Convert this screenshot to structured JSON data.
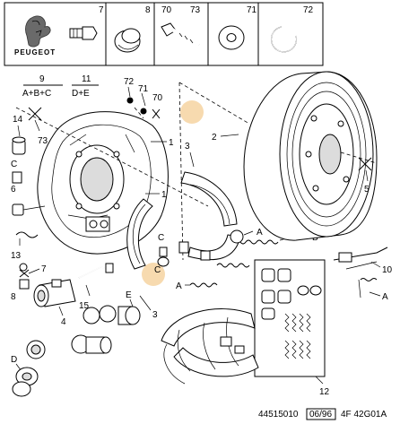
{
  "brand": {
    "name": "PEUGEOT",
    "logo_icon": "peugeot-lion-icon"
  },
  "header_parts": [
    "7",
    "8",
    "70",
    "73",
    "71",
    "72"
  ],
  "groups": [
    {
      "top": "9",
      "bottom": "A+B+C"
    },
    {
      "top": "11",
      "bottom": "D+E"
    }
  ],
  "callouts": {
    "n1": "1",
    "n1b": "1",
    "n2": "2",
    "n3a": "3",
    "n3b": "3",
    "n4": "4",
    "n5": "5",
    "n6": "6",
    "n7": "7",
    "n7b": "7",
    "n8": "8",
    "n10": "10",
    "n12": "12",
    "n13": "13",
    "n14": "14",
    "n15": "15",
    "n70": "70",
    "n71": "71",
    "n72": "72",
    "n73": "73",
    "c1": "C",
    "c2": "C",
    "c3": "C",
    "d1": "D",
    "e1": "E",
    "a1": "A",
    "a2": "A",
    "a3": "A",
    "b1": "B"
  },
  "footer": {
    "ref": "44515010",
    "date": "06/96",
    "code": "4F 42G01A"
  },
  "accent_color": "#f2c27a"
}
